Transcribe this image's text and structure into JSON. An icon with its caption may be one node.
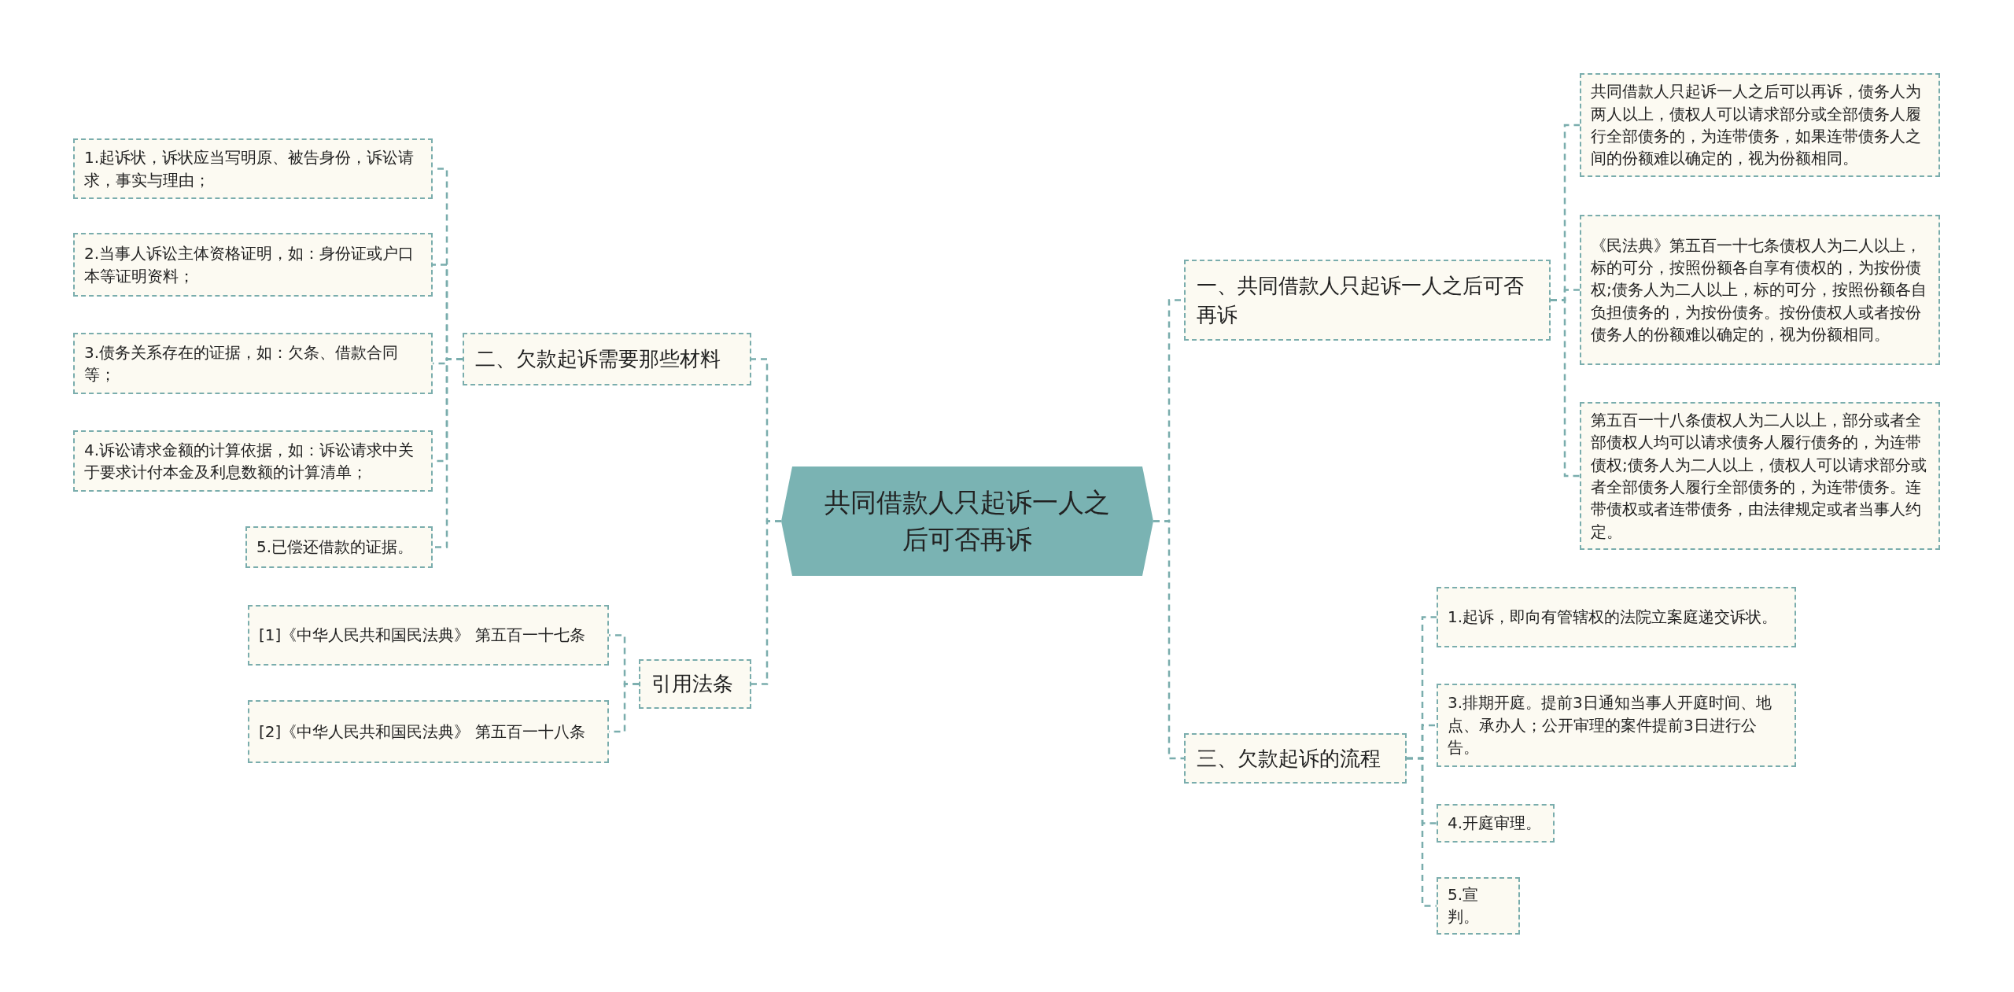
{
  "diagram": {
    "nodes": [
      {
        "text": [
          "共同借款人只起诉一人之后可否再诉"
        ]
      },
      {
        "text": [
          "一、共同借款人只起诉一人之后可否再诉"
        ]
      },
      {
        "text": [
          "共同借款人只起诉一人之后可以再诉，债务人为两人以上，债权人可以请求部分或全部债务人履行全部债务的，为连带债务，如果连带债务人之间的份额难以确定的，视为份额相同。"
        ]
      },
      {
        "text": [
          "《民法典》第五百一十七条债权人为二人以上，标的可分，按照份额各自享有债权的，为按份债权;债务人为二人以上，标的可分，按照份额各自负担债务的，为按份债务。按份债权人或者按份债务人的份额难以确定的，视为份额相同。"
        ]
      },
      {
        "text": [
          "第五百一十八条债权人为二人以上，部分或者全部债权人均可以请求债务人履行债务的，为连带债权;债务人为二人以上，债权人可以请求部分或者全部债务人履行全部债务的，为连带债务。连带债权或者连带债务，由法律规定或者当事人约定。"
        ]
      },
      {
        "text": [
          "三、欠款起诉的流程"
        ]
      },
      {
        "text": [
          "1.起诉，即向有管辖权的法院立案庭递交诉状。"
        ]
      },
      {
        "text": [
          "3.排期开庭。提前3日通知当事人开庭时间、地点、承办人；公开审理的案件提前3日进行公告。"
        ]
      },
      {
        "text": [
          "4.开庭审理。"
        ]
      },
      {
        "text": [
          "5.宣判。"
        ]
      },
      {
        "text": [
          "二、欠款起诉需要那些材料"
        ]
      },
      {
        "text": [
          "1.起诉状，诉状应当写明原、被告身份，诉讼请求，事实与理由；"
        ]
      },
      {
        "text": [
          "2.当事人诉讼主体资格证明，如：身份证或户口本等证明资料；"
        ]
      },
      {
        "text": [
          "3.债务关系存在的证据，如：欠条、借款合同等；"
        ]
      },
      {
        "text": [
          "4.诉讼请求金额的计算依据，如：诉讼请求中关于要求计付本金及利息数额的计算清单；"
        ]
      },
      {
        "text": [
          "5.已偿还借款的证据。"
        ]
      },
      {
        "text": [
          "引用法条"
        ]
      },
      {
        "text": [
          "[1]《中华人民共和国民法典》 第五百一十七条"
        ]
      },
      {
        "text": [
          "[2]《中华人民共和国民法典》 第五百一十八条"
        ]
      }
    ],
    "edges": [
      {
        "from": 0,
        "to": 1,
        "arrow": "none"
      },
      {
        "from": 1,
        "to": 2,
        "arrow": "none"
      },
      {
        "from": 1,
        "to": 3,
        "arrow": "none"
      },
      {
        "from": 1,
        "to": 4,
        "arrow": "none"
      },
      {
        "from": 0,
        "to": 5,
        "arrow": "none"
      },
      {
        "from": 5,
        "to": 6,
        "arrow": "none"
      },
      {
        "from": 5,
        "to": 7,
        "arrow": "none"
      },
      {
        "from": 5,
        "to": 8,
        "arrow": "none"
      },
      {
        "from": 5,
        "to": 9,
        "arrow": "none"
      },
      {
        "from": 0,
        "to": 10,
        "arrow": "none"
      },
      {
        "from": 10,
        "to": 11,
        "arrow": "none"
      },
      {
        "from": 10,
        "to": 12,
        "arrow": "none"
      },
      {
        "from": 10,
        "to": 13,
        "arrow": "none"
      },
      {
        "from": 10,
        "to": 14,
        "arrow": "none"
      },
      {
        "from": 10,
        "to": 15,
        "arrow": "none"
      },
      {
        "from": 0,
        "to": 16,
        "arrow": "none"
      },
      {
        "from": 16,
        "to": 17,
        "arrow": "none"
      },
      {
        "from": 16,
        "to": 18,
        "arrow": "none"
      }
    ]
  }
}
